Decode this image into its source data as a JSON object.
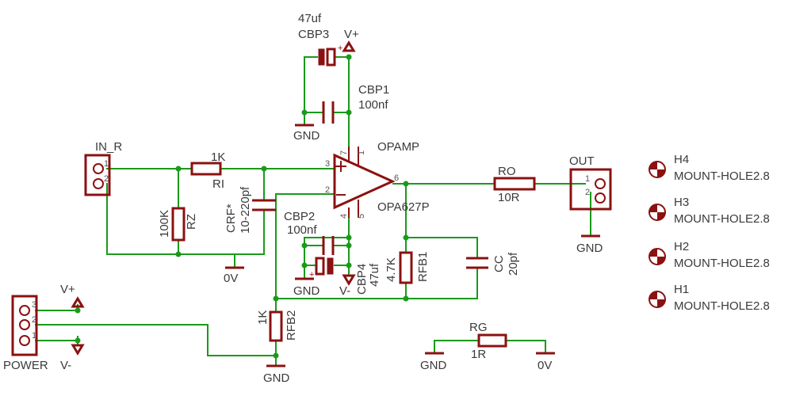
{
  "labels": {
    "in_r": "IN_R",
    "r1_value": "1K",
    "r1_name": "RI",
    "rz_value": "100K",
    "rz_name": "RZ",
    "crf_name": "CRF*",
    "crf_value": "10-220pf",
    "gnd_0v": "0V",
    "cbp3_value": "47uf",
    "cbp3_name": "CBP3",
    "vplus_top": "V+",
    "cbp1_name": "CBP1",
    "cbp1_value": "100nf",
    "gnd_cbp1": "GND",
    "opamp_name": "OPAMP",
    "opamp_part": "OPA627P",
    "pin_3": "3",
    "pin_2": "2",
    "pin_6": "6",
    "pin_7": "7",
    "pin_1": "1",
    "pin_4": "4",
    "pin_5": "5",
    "cbp2_name": "CBP2",
    "cbp2_value": "100nf",
    "cbp4_name": "CBP4",
    "cbp4_value": "47uf",
    "gnd_cbp2": "GND",
    "vminus_cbp4": "V-",
    "rfb1_value": "4.7K",
    "rfb1_name": "RFB1",
    "cc_name": "CC",
    "cc_value": "20pf",
    "ro_name": "RO",
    "ro_value": "10R",
    "out": "OUT",
    "gnd_out": "GND",
    "rfb2_value": "1K",
    "rfb2_name": "RFB2",
    "gnd_rfb2": "GND",
    "vplus_power": "V+",
    "power": "POWER",
    "vminus_power": "V-",
    "rg_name": "RG",
    "rg_value": "1R",
    "gnd_rg": "GND",
    "gnd_rg_0v": "0V",
    "conn_pin_1": "1",
    "conn_pin_2": "2",
    "conn_pin_3": "3",
    "h4_name": "H4",
    "h4_part": "MOUNT-HOLE2.8",
    "h3_name": "H3",
    "h3_part": "MOUNT-HOLE2.8",
    "h2_name": "H2",
    "h2_part": "MOUNT-HOLE2.8",
    "h1_name": "H1",
    "h1_part": "MOUNT-HOLE2.8"
  },
  "colors": {
    "wire": "#1a9a1a",
    "part": "#8b1111",
    "text": "#3a3a3a",
    "background": "#ffffff"
  }
}
